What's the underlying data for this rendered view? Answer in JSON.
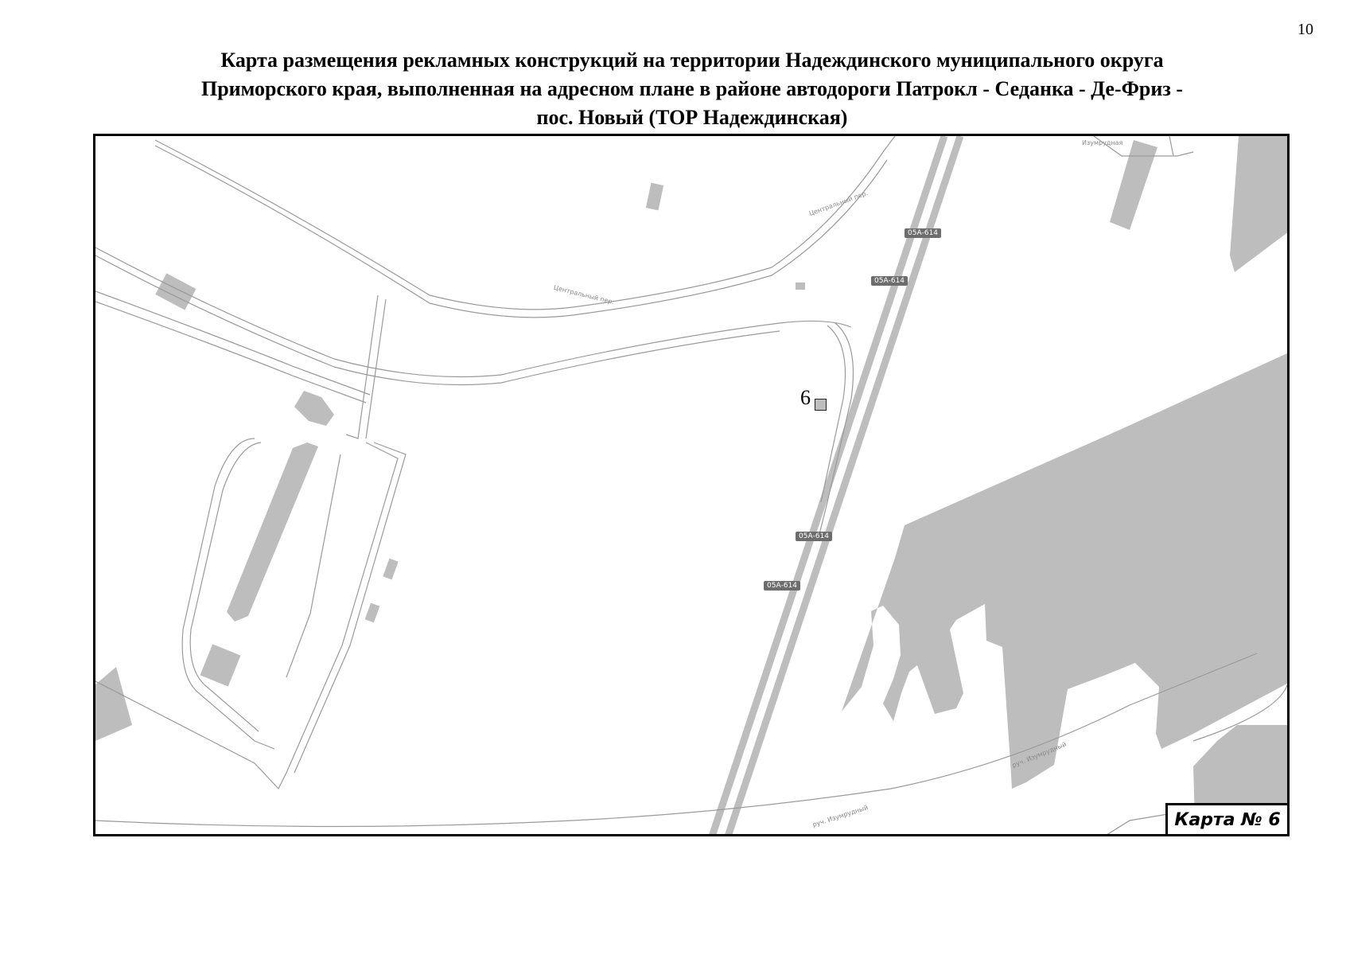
{
  "page_number": "10",
  "title": {
    "line1": "Карта размещения рекламных конструкций на территории Надеждинского муниципального округа",
    "line2": "Приморского края, выполненная на адресном плане в районе автодороги Патрокл - Седанка - Де-Фриз -",
    "line3": "пос. Новый (ТОР Надеждинская)"
  },
  "map": {
    "map_number": "Карта № 6",
    "marker": {
      "label": "6"
    },
    "road_badges": [
      "05А-614",
      "05А-614",
      "05А-614",
      "05А-614"
    ],
    "street_labels": [
      "Центральный пер.",
      "Центральный пер.",
      "руч. Изумрудный",
      "руч. Изумрудный",
      "Изумрудная"
    ],
    "colors": {
      "fill": "#bdbdbd",
      "road_line": "#bdbdbd",
      "badge": "#6d6d6d"
    }
  }
}
